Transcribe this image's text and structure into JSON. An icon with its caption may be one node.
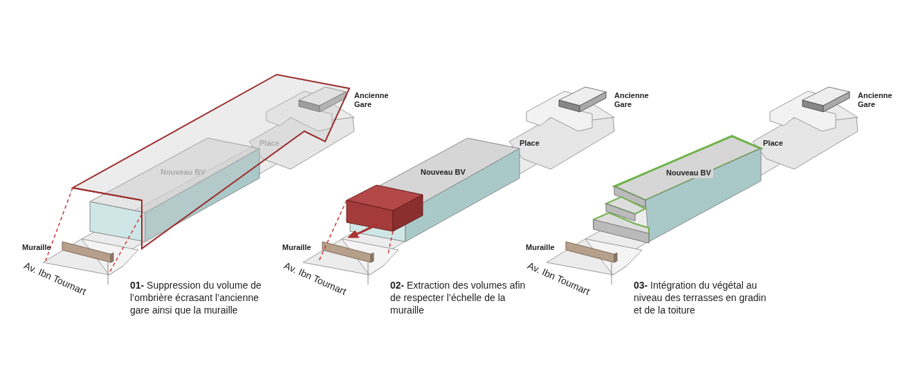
{
  "diagram": {
    "labels": [
      "Ancienne Gare",
      "Place",
      "Nouveau BV",
      "Muraille",
      "Av. Ibn Toumart",
      "**01-** Suppression du volume de l’ombrière écrasant l’ancienne gare ainsi que la muraille",
      "Ancienne Gare",
      "Place",
      "Nouveau BV",
      "Muraille",
      "Av. Ibn Toumart",
      "**02-** Extraction des volumes afin de respecter l’échelle de la muraille",
      "Ancienne Gare",
      "Place",
      "Nouveau BV",
      "Muraille",
      "Av. Ibn Toumart",
      "**03-** Intégration du végétal au niveau des terrasses en gradin et de la toiture"
    ]
  }
}
